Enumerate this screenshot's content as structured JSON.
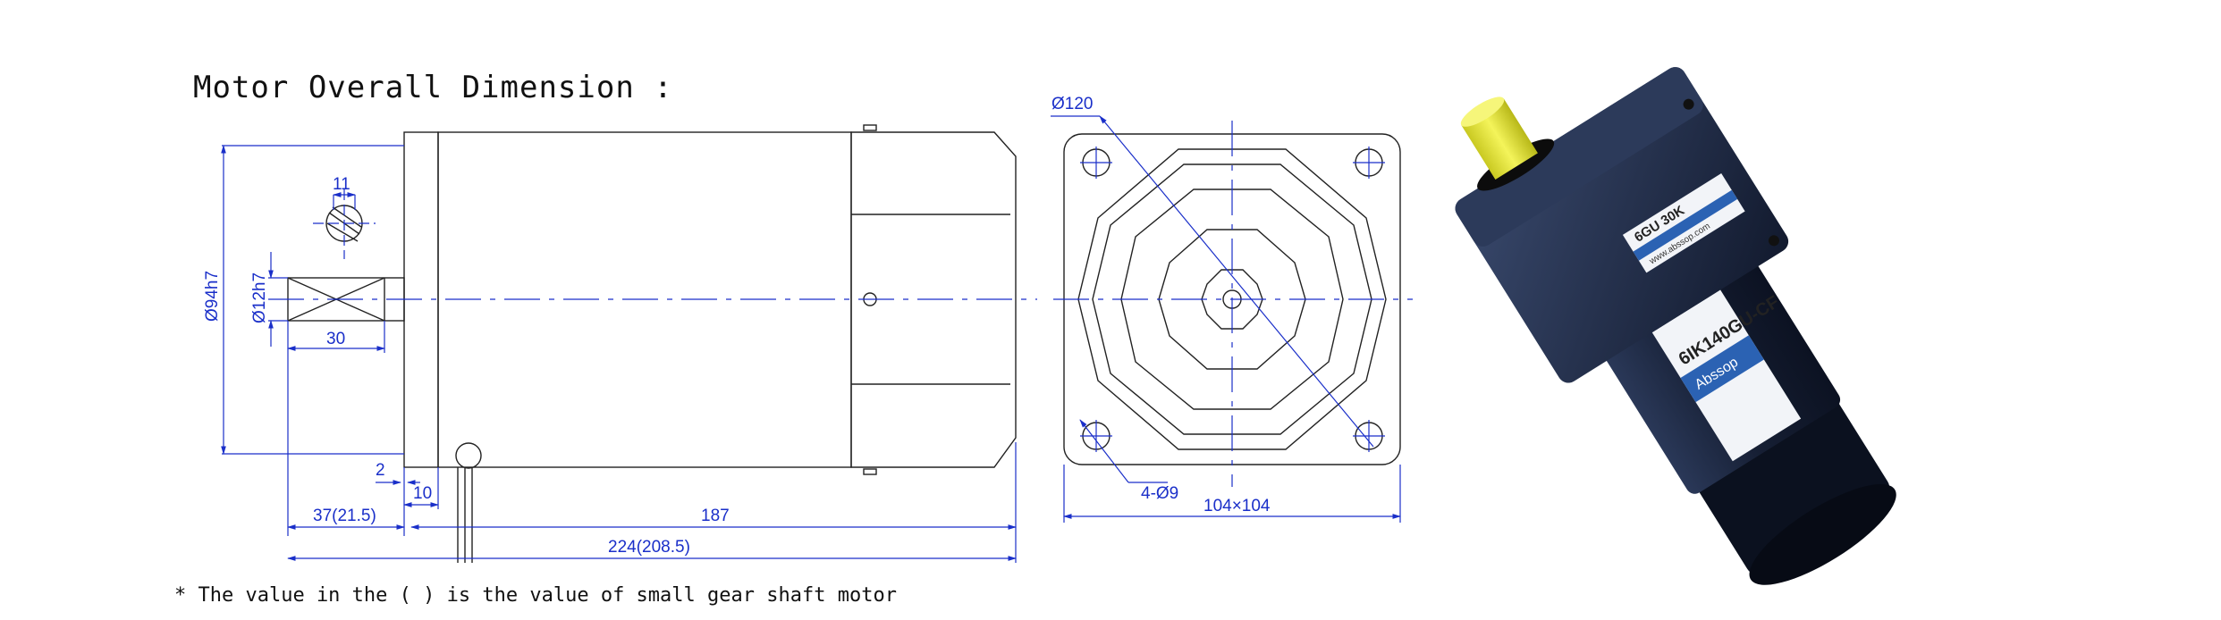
{
  "title": "Motor Overall Dimension :",
  "note": "* The value in the ( ) is the value of small gear shaft motor",
  "dims": {
    "key_width": "11",
    "body_dia": "Ø94h7",
    "shaft_dia": "Ø12h7",
    "shaft_len": "30",
    "flange_gap": "2",
    "flange_thk": "10",
    "shaft_total": "37(21.5)",
    "body_len": "187",
    "total_len": "224(208.5)",
    "pcd": "Ø120",
    "holes": "4-Ø9",
    "square": "104×104"
  },
  "photo": {
    "gearhead_model": "6GU 30K",
    "brand": "Abssop",
    "motor_model": "6IK140GU-CF",
    "website": "www.abssop.com",
    "icon": "gear-motor-photo"
  },
  "colors": {
    "dimension": "#1a2fc9",
    "outline": "#222222",
    "motor_body": "#1e2a44",
    "shaft": "#e3e330",
    "label": "#2b62b3"
  }
}
